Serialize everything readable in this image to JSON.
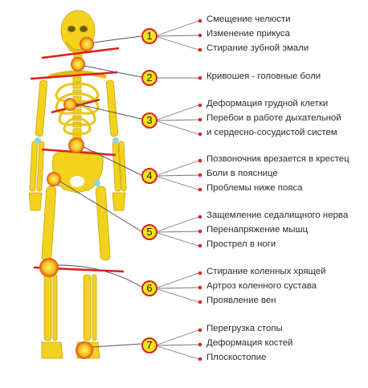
{
  "groups": [
    {
      "number": "1",
      "items": [
        "Смещение челюсти",
        "Изменение прикуса",
        "Стирание зубной эмали"
      ]
    },
    {
      "number": "2",
      "items": [
        "Кривошея  - головные боли"
      ]
    },
    {
      "number": "3",
      "items": [
        "Деформация грудной клетки",
        "Перебои в работе дыхательной",
        "и сердесно-сосудистой систем"
      ]
    },
    {
      "number": "4",
      "items": [
        "Позвоночник врезается в крестец",
        "Боли в пояснице",
        "Проблемы ниже пояса"
      ]
    },
    {
      "number": "5",
      "items": [
        "Защемление седалищного нерва",
        "Перенапряжение мышц",
        "Прострел в ноги"
      ]
    },
    {
      "number": "6",
      "items": [
        "Стирание коленных хрящей",
        "Артроз коленного сустава",
        "Проявление вен"
      ]
    },
    {
      "number": "7",
      "items": [
        "Перегрузка стопы",
        "Деформация костей",
        "Плоскостопие"
      ]
    }
  ],
  "colors": {
    "bone": "#f2d21c",
    "bone_shade": "#d9b40a",
    "joint": "#8fd3e8",
    "marker_fill": "#f6e21a",
    "marker_border": "#d2281e",
    "leader_line": "#555555",
    "bullet": "#d2281e",
    "imbalance_line": "#e01b1b"
  }
}
